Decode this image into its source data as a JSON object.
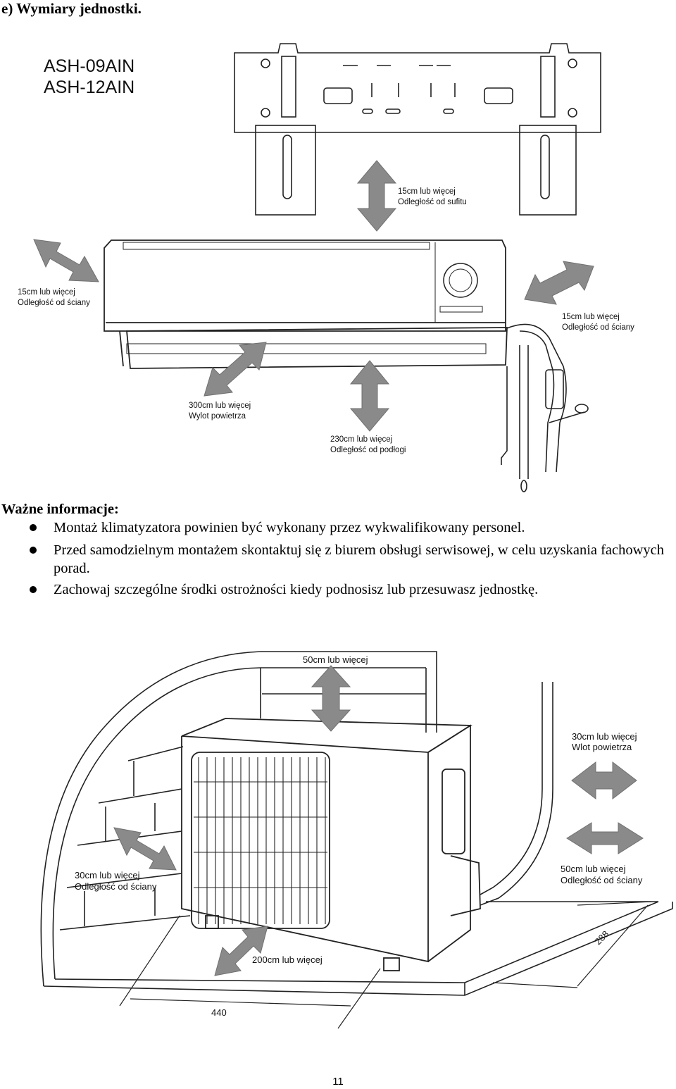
{
  "section_heading": "e) Wymiary jednostki.",
  "indoor_figure": {
    "models": [
      "ASH-09AIN",
      "ASH-12AIN"
    ],
    "labels": {
      "ceiling": [
        "15cm lub więcej",
        "Odległość od sufitu"
      ],
      "wall_left": [
        "15cm lub więcej",
        "Odległość od ściany"
      ],
      "wall_right": [
        "15cm lub więcej",
        "Odległość od ściany"
      ],
      "air_outlet": [
        "300cm lub więcej",
        "Wylot powietrza"
      ],
      "floor": [
        "230cm lub więcej",
        "Odległość od podłogi"
      ]
    }
  },
  "info": {
    "title": "Ważne informacje:",
    "bullets": [
      "Montaż klimatyzatora powinien być wykonany przez wykwalifikowany personel.",
      "Przed samodzielnym montażem skontaktuj się z biurem obsługi serwisowej, w celu uzyskania fachowych porad.",
      "Zachowaj szczególne środki ostrożności kiedy podnosisz lub przesuwasz jednostkę."
    ]
  },
  "outdoor_figure": {
    "labels": {
      "top": "50cm lub więcej",
      "inlet": [
        "30cm lub więcej",
        "Wlot powietrza"
      ],
      "wall_left": [
        "30cm lub więcej",
        "Odległość od ściany"
      ],
      "wall_right": [
        "50cm lub więcej",
        "Odległość od ściany"
      ],
      "front": "200cm lub więcej"
    },
    "dimensions": [
      "440",
      "288"
    ]
  },
  "page_number": "11",
  "colors": {
    "arrow": "#8a8a8a",
    "text": "#000000"
  }
}
